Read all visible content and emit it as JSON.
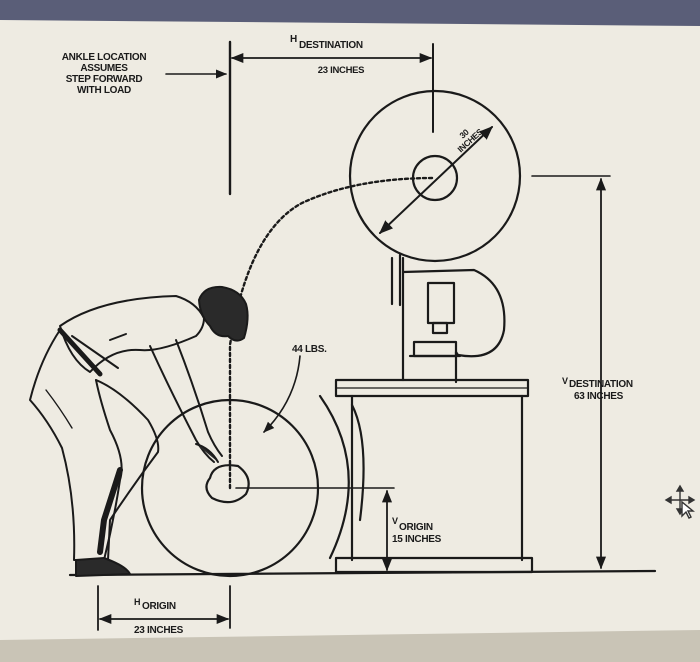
{
  "labels": {
    "ankle_note": [
      "ANKLE LOCATION",
      "ASSUMES",
      "STEP FORWARD",
      "WITH LOAD"
    ],
    "h_destination_prefix": "H",
    "h_destination": "DESTINATION",
    "h_destination_value": "23 INCHES",
    "wheel_diameter": [
      "30",
      "INCHES"
    ],
    "load_weight": "44 LBS.",
    "v_destination_prefix": "V",
    "v_destination": "DESTINATION",
    "v_destination_value": "63 INCHES",
    "v_origin_prefix": "V",
    "v_origin": "ORIGIN",
    "v_origin_value": "15 INCHES",
    "h_origin_prefix": "H",
    "h_origin": "ORIGIN",
    "h_origin_value": "23 INCHES"
  },
  "colors": {
    "paper": "#eeebe2",
    "ink": "#1a1a1a",
    "backdrop": "#5a5e78",
    "table": "#c9c4b6"
  },
  "icons": {
    "cursor": "move-cursor-icon"
  }
}
